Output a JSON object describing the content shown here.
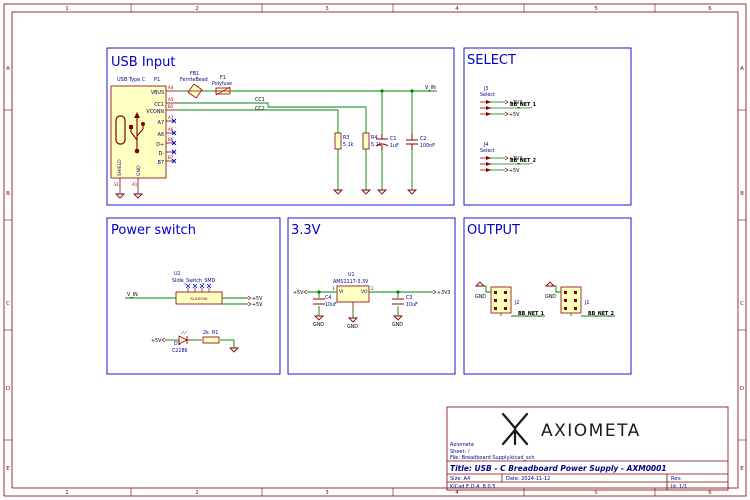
{
  "colors": {
    "frame": "#840000",
    "block": "#0000c8",
    "wire": "#008400",
    "component": "#840000",
    "text": "#000084",
    "fill": "#ffffc2",
    "noconnect": "#0000c8",
    "logo": "#1a1a1a"
  },
  "frame": {
    "columns": [
      "1",
      "2",
      "3",
      "4",
      "5",
      "6"
    ],
    "rows": [
      "A",
      "B",
      "C",
      "D",
      "E"
    ]
  },
  "blocks": {
    "usb_input": "USB Input",
    "select": "SELECT",
    "power_switch": "Power switch",
    "reg_3v3": "3.3V",
    "output": "OUTPUT"
  },
  "usb": {
    "connector_title": "USB Type C",
    "ref": "P1",
    "pins": [
      "VBUS",
      "CC1",
      "VCONN",
      "A7",
      "A6",
      "D+",
      "D-",
      "B7"
    ],
    "pin_nums": [
      "A4",
      "A5",
      "B5",
      "A7",
      "A6",
      "B6",
      "B7"
    ],
    "shield": "SHIELD",
    "gnd": "GND",
    "shield_num": "S1",
    "gnd_num": "A1",
    "fb_ref": "FB1",
    "fb_val": "FerriteBead",
    "fuse_ref": "F1",
    "fuse_val": "Polyfuse",
    "net_vin": "V_IN",
    "net_cc1": "CC1",
    "net_cc2": "CC2",
    "r3_ref": "R3",
    "r3_val": "5.1k",
    "r4_ref": "R4",
    "r4_val": "5.1k",
    "c1_ref": "C1",
    "c1_val": "1uF",
    "c2_ref": "C2",
    "c2_val": "100nF"
  },
  "select": {
    "j3_ref": "J3",
    "j3_val": "Select",
    "j4_ref": "J4",
    "j4_val": "Select",
    "p3v3": "+3V3",
    "p5v": "+5V",
    "net1": "BB_NET_1",
    "net2": "BB_NET_2"
  },
  "power_switch": {
    "u2_ref": "U2",
    "u2_val": "Slide_Switch_SMD",
    "body_text": "SLIDESW",
    "vin": "V_IN",
    "out1": "+5V",
    "out2": "+5V",
    "led_net": "+5V",
    "led_ref": "D1",
    "led_val": "C2286",
    "r1_ref": "R1",
    "r1_val": "2k"
  },
  "reg": {
    "in_net": "+5V",
    "out_net": "+3V3",
    "u1_ref": "U1",
    "u1_val": "AMS1117-3.3V",
    "vi": "VI",
    "vo": "VO",
    "pin_in": "3",
    "pin_out": "2",
    "c4_ref": "C4",
    "c4_val": "10uF",
    "c3_ref": "C3",
    "c3_val": "10uF",
    "gnd": "GND"
  },
  "output": {
    "j2_ref": "J2",
    "j1_ref": "J1",
    "net1": "BB_NET_1",
    "net2": "BB_NET_2",
    "gnd": "GND"
  },
  "logo": {
    "text": "AXIOMETA"
  },
  "title_block": {
    "company": "Axiometa",
    "sheet": "Sheet: /",
    "file": "File: Breadboard Supply.kicad_sch",
    "title": "Title: USB - C Breadboard Power Supply - AXM0001",
    "size": "Size: A4",
    "date": "Date: 2024-11-12",
    "rev": "Rev:",
    "tool": "KiCad E.D.A. 8.0.5",
    "id": "Id: 1/1"
  }
}
